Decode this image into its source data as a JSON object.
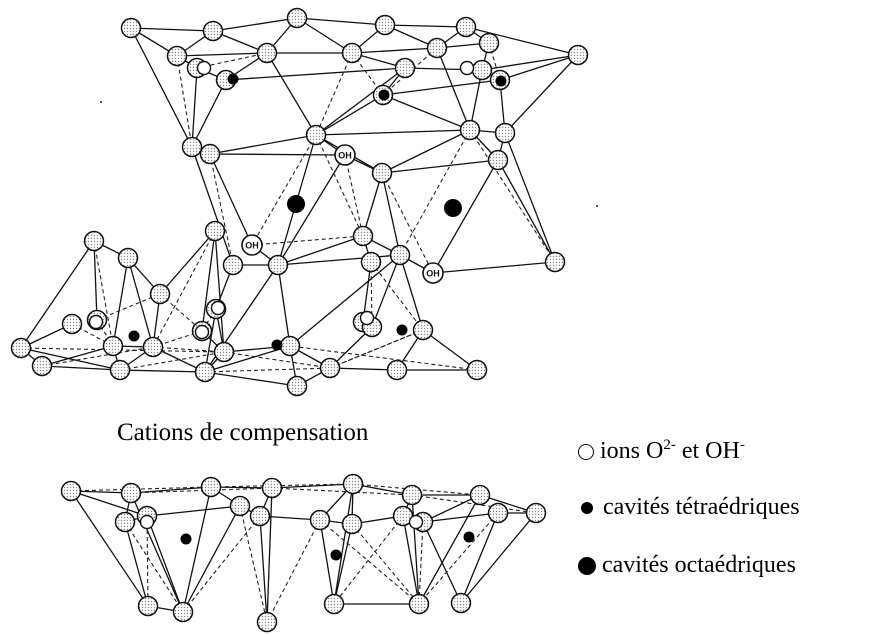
{
  "caption": "Cations de compensation",
  "legend": {
    "ions": {
      "text": "ions O",
      "sup1": "2-",
      "middle": " et OH",
      "sup2": "-"
    },
    "tetrahedral": "cavités tétraédriques",
    "octahedral": "cavités octaédriques"
  },
  "oh_label": "OH"
}
